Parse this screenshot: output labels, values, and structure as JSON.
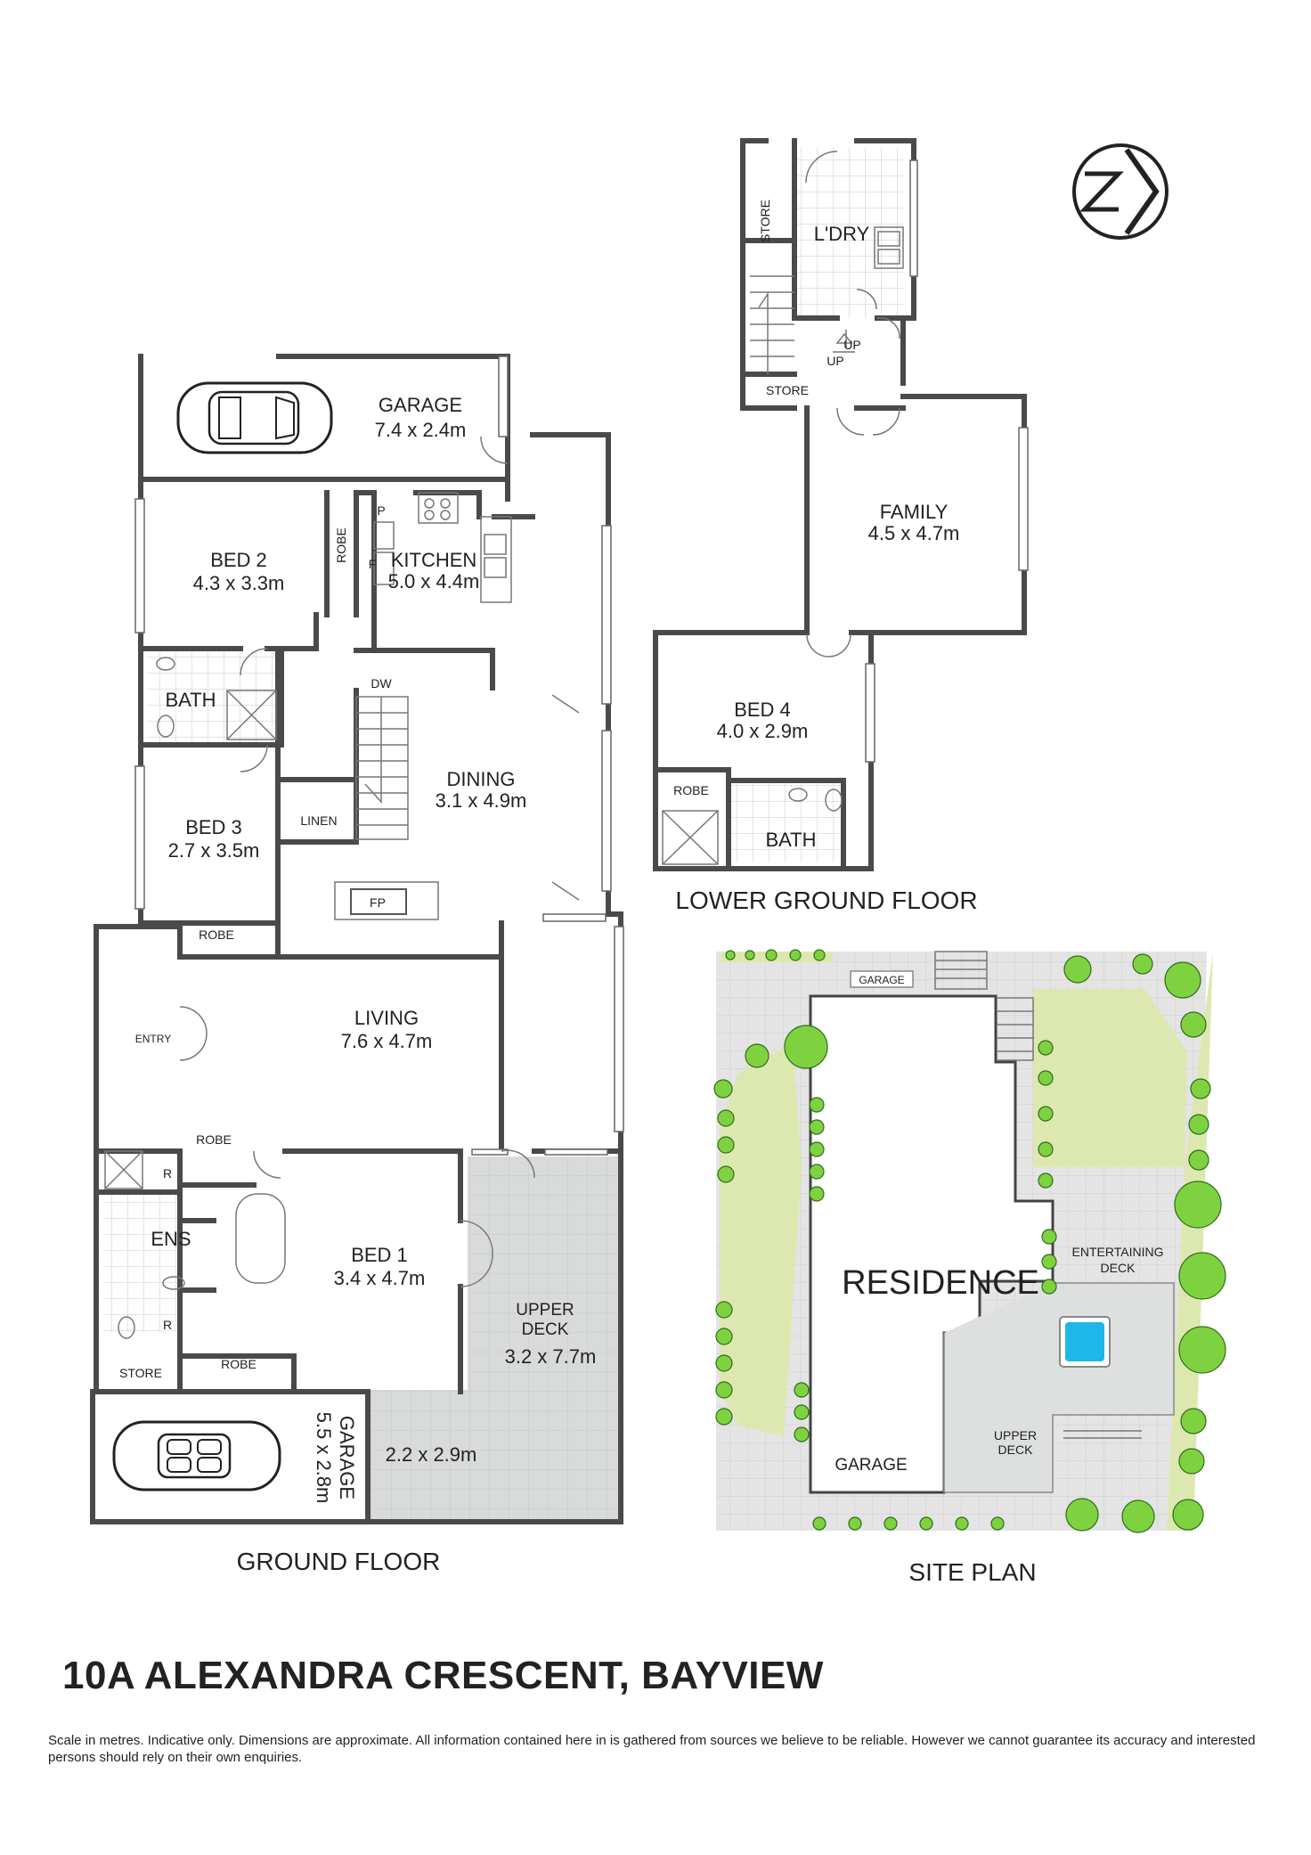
{
  "rooms": {
    "garage_top": {
      "name": "GARAGE",
      "dim": "7.4 x 2.4m"
    },
    "bed2": {
      "name": "BED 2",
      "dim": "4.3 x 3.3m"
    },
    "robe_bed2": "ROBE",
    "pantry": "P",
    "fridge": "F",
    "kitchen": {
      "name": "KITCHEN",
      "dim": "5.0 x 4.4m"
    },
    "bath_gf": "BATH",
    "dw": "DW",
    "dining": {
      "name": "DINING",
      "dim": "3.1 x 4.9m"
    },
    "bed3": {
      "name": "BED 3",
      "dim": "2.7 x 3.5m"
    },
    "linen": "LINEN",
    "fp": "FP",
    "robe_bed3": "ROBE",
    "entry": "ENTRY",
    "living": {
      "name": "LIVING",
      "dim": "7.6 x 4.7m"
    },
    "robe_bed1_top": "ROBE",
    "r_top": "R",
    "ens": "ENS",
    "bed1": {
      "name": "BED 1",
      "dim": "3.4 x 4.7m"
    },
    "r_bottom": "R",
    "robe_bed1_bottom": "ROBE",
    "store_gf": "STORE",
    "upper_deck": {
      "name_line1": "UPPER",
      "name_line2": "DECK",
      "dim": "3.2 x 7.7m"
    },
    "garage_bottom": {
      "name": "GARAGE",
      "dim": "5.5 x 2.8m"
    },
    "deck_small": {
      "dim": "2.2 x 2.9m"
    },
    "store_lg_top": "STORE",
    "laundry": "L'DRY",
    "up1": "UP",
    "up2": "UP",
    "store_lg_bottom": "STORE",
    "family": {
      "name": "FAMILY",
      "dim": "4.5 x 4.7m"
    },
    "bed4": {
      "name": "BED 4",
      "dim": "4.0 x 2.9m"
    },
    "robe_bed4": "ROBE",
    "bath_lg": "BATH"
  },
  "site": {
    "garage_top": "GARAGE",
    "residence": "RESIDENCE",
    "entertaining_line1": "ENTERTAINING",
    "entertaining_line2": "DECK",
    "upper_deck_line1": "UPPER",
    "upper_deck_line2": "DECK",
    "garage_bottom": "GARAGE"
  },
  "floor_labels": {
    "lower_ground": "LOWER GROUND FLOOR",
    "ground": "GROUND FLOOR",
    "site_plan": "SITE PLAN"
  },
  "compass_icon": "north-arrow-icon",
  "address": "10A ALEXANDRA CRESCENT, BAYVIEW",
  "disclaimer": "Scale in metres. Indicative only. Dimensions are approximate. All information contained here in is gathered from sources we believe to be reliable. However we cannot guarantee its accuracy and interested persons should rely on their own enquiries.",
  "colors": {
    "wall": "#4a4a4a",
    "deck": "#d9dbda",
    "lawn": "#dde8b0",
    "tree": "#7fd23f",
    "pool": "#1fb6e8"
  }
}
